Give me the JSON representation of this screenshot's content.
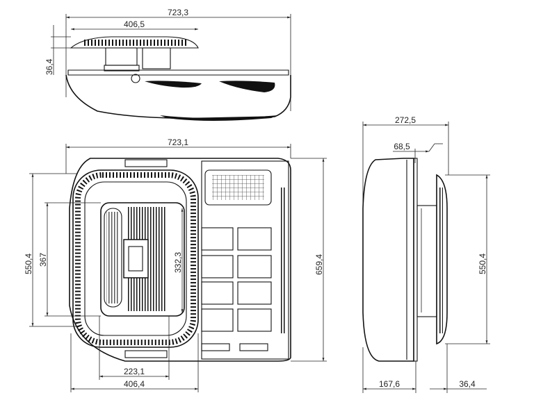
{
  "drawing": {
    "top_view": {
      "overall_width": "723,3",
      "grille_width": "406,5",
      "height": "36,4"
    },
    "front_view": {
      "overall_width": "723,1",
      "outer_height": "550,4",
      "inner_height": "367",
      "panel_height": "332,3",
      "total_depth": "659,4",
      "panel_width": "223,1",
      "grille_width": "406,4"
    },
    "side_view": {
      "overall_depth": "272,5",
      "offset": "68,5",
      "grille_height": "550,4",
      "shell_depth": "167,6",
      "grille_depth": "36,4"
    }
  }
}
